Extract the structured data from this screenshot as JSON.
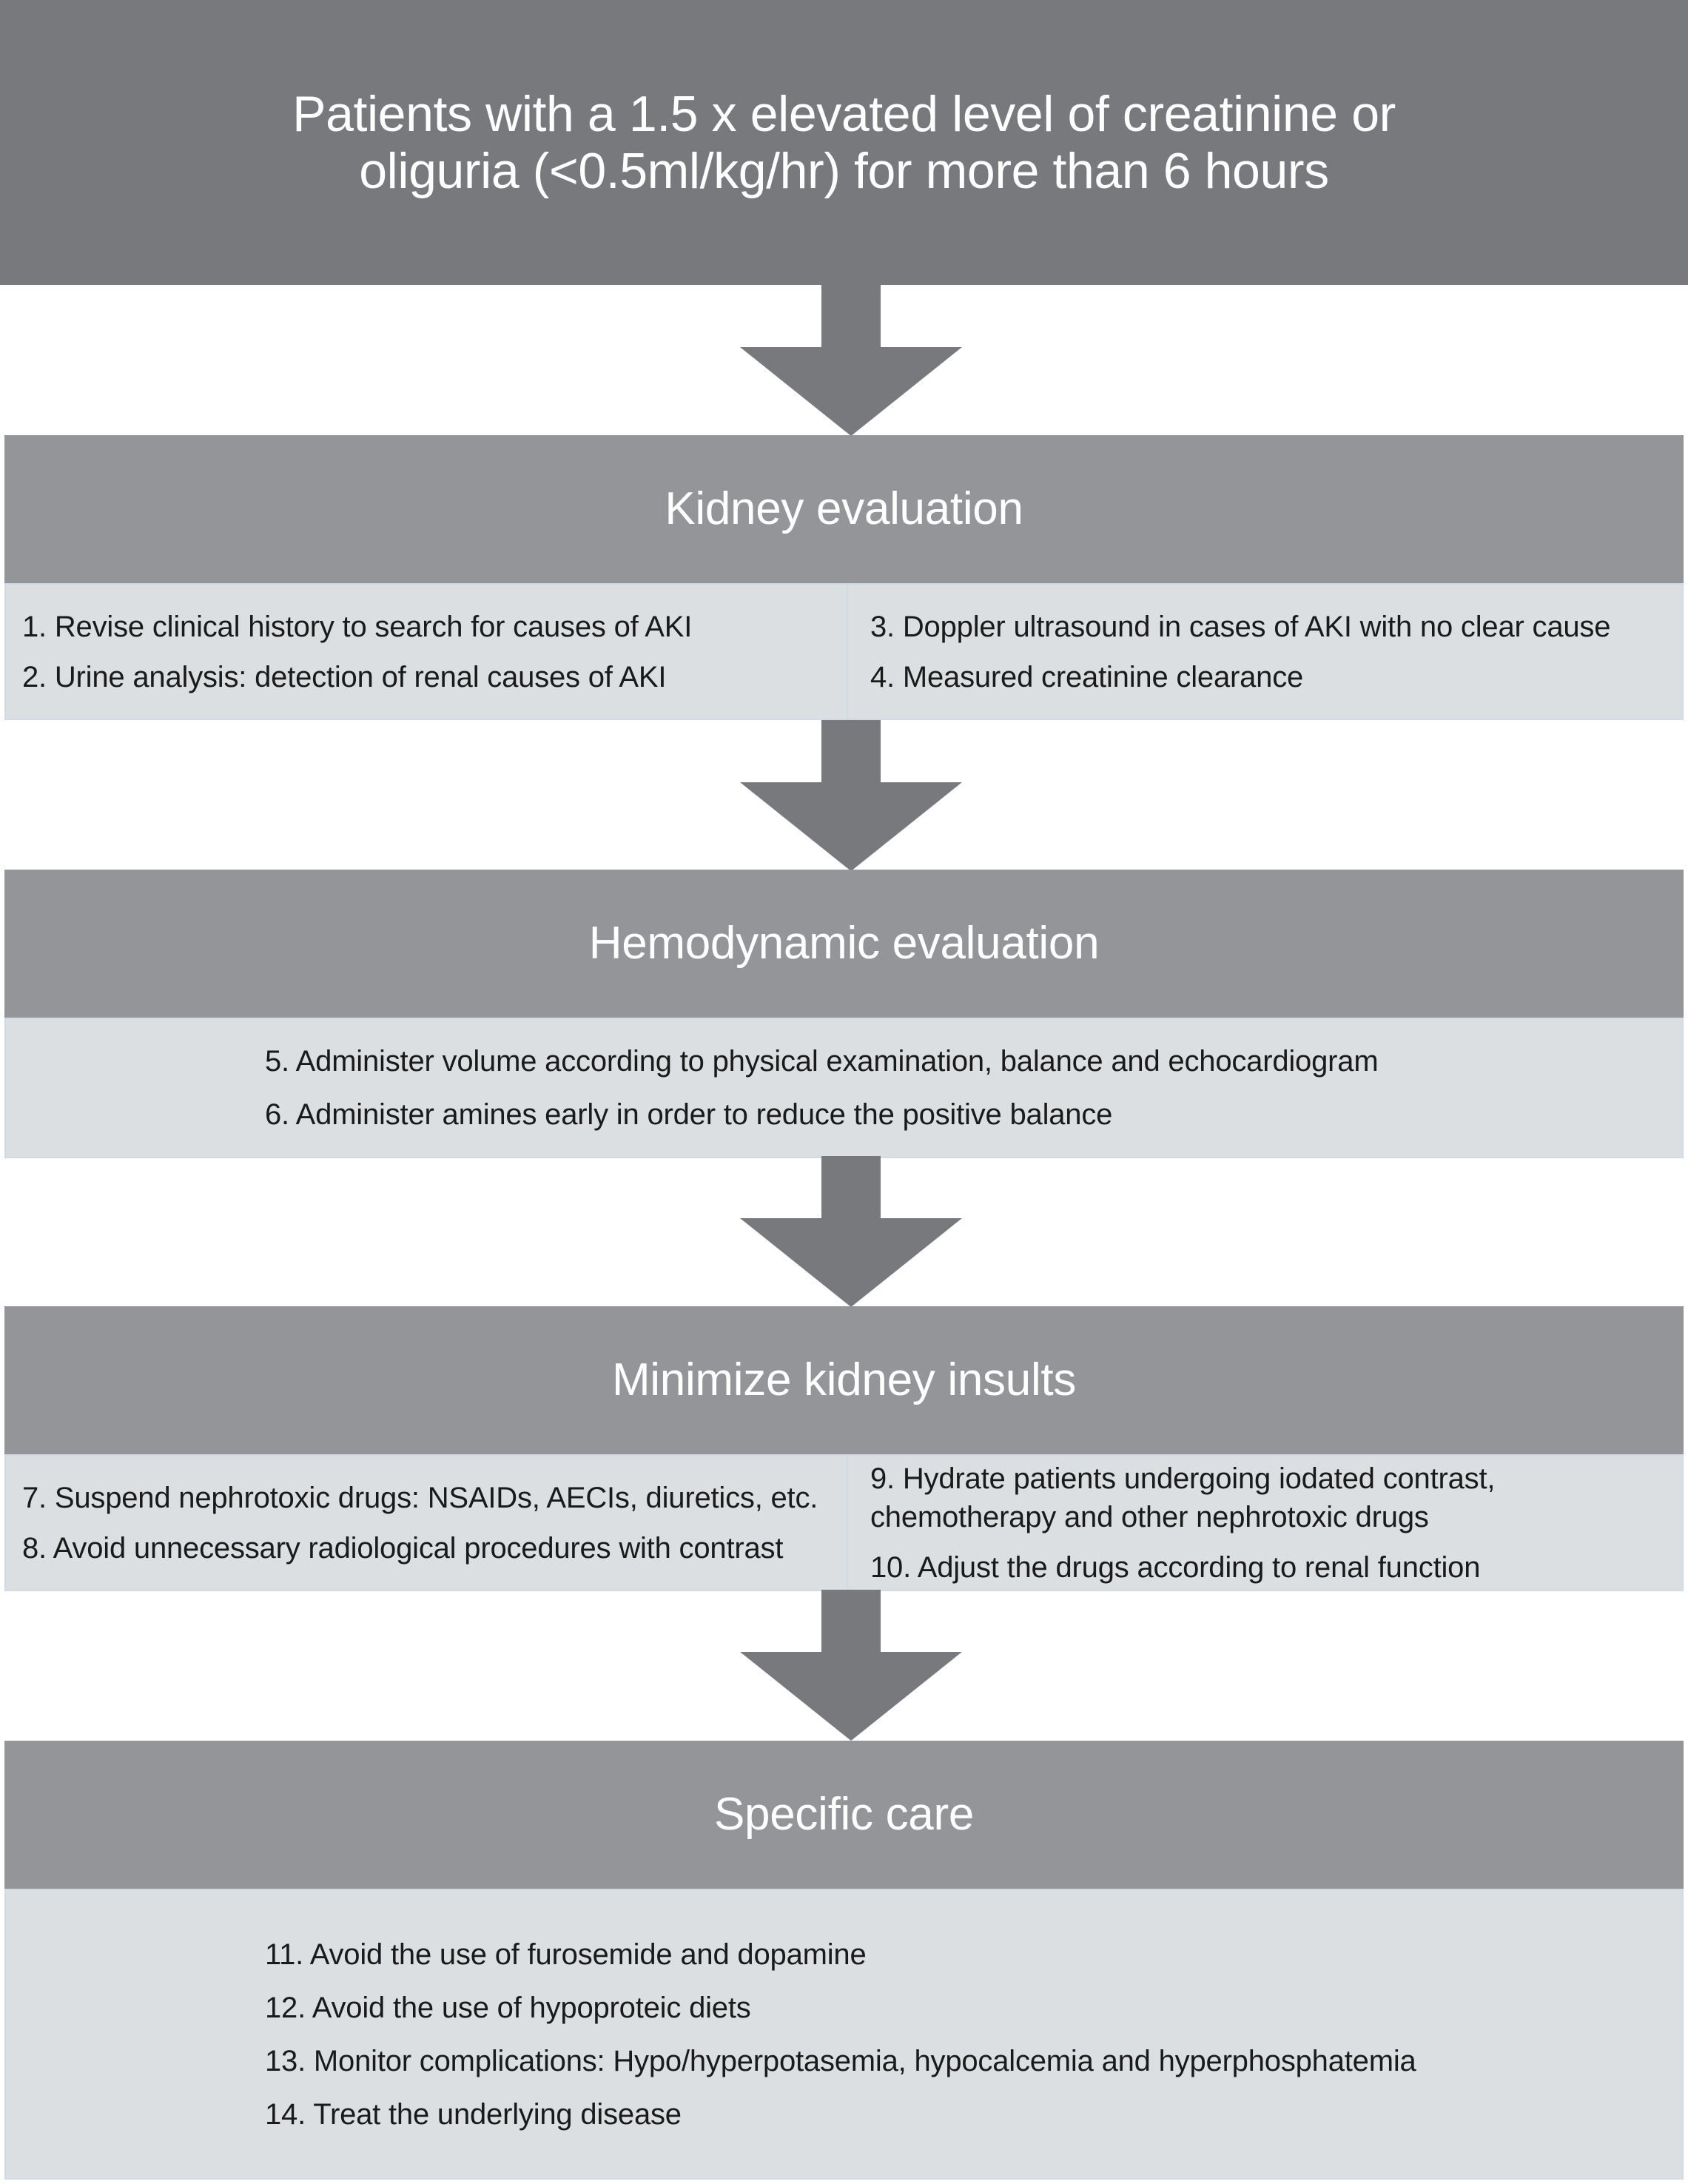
{
  "entry": {
    "line1": "Patients with a 1.5 x elevated level of creatinine or",
    "line2": "oliguria (<0.5ml/kg/hr) for more than 6 hours"
  },
  "colors": {
    "entry_banner": "#78797d",
    "section_header": "#939598",
    "list_background": "#dcdfe1",
    "list_border": "#cfdce8",
    "arrow": "#78797d",
    "header_text": "#ffffff",
    "list_text": "#1a1a1a"
  },
  "sections": [
    {
      "title": "Kidney evaluation",
      "layout": "two-column",
      "left_items": [
        "1. Revise clinical history to search for causes of AKI",
        "2. Urine analysis: detection of renal causes of AKI"
      ],
      "right_items": [
        "3. Doppler ultrasound in cases of AKI with no clear cause",
        "4. Measured creatinine clearance"
      ]
    },
    {
      "title": "Hemodynamic evaluation",
      "layout": "single-column",
      "items": [
        "5. Administer volume according to physical examination, balance and echocardiogram",
        "6. Administer amines early in order to reduce the positive balance"
      ]
    },
    {
      "title": "Minimize kidney insults",
      "layout": "two-column",
      "left_items": [
        "7. Suspend nephrotoxic drugs: NSAIDs, AECIs, diuretics, etc.",
        "8. Avoid unnecessary radiological procedures with contrast"
      ],
      "right_items": [
        "9. Hydrate patients undergoing iodated contrast, chemotherapy and other nephrotoxic drugs",
        "10. Adjust the drugs according to renal function"
      ]
    },
    {
      "title": "Specific care",
      "layout": "single-column",
      "items": [
        "11. Avoid the use of furosemide and dopamine",
        "12. Avoid the use of hypoproteic diets",
        "13. Monitor complications: Hypo/hyperpotasemia, hypocalcemia and hyperphosphatemia",
        "14. Treat the underlying disease"
      ]
    }
  ],
  "connectors": [
    {
      "name": "arrow-entry-to-kidney"
    },
    {
      "name": "arrow-kidney-to-hemodynamic"
    },
    {
      "name": "arrow-hemodynamic-to-minimize"
    },
    {
      "name": "arrow-minimize-to-specific"
    }
  ]
}
